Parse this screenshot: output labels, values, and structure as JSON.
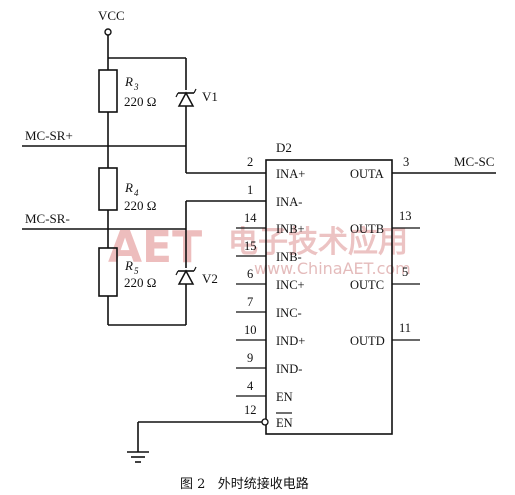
{
  "vcc_label": "VCC",
  "resistors": [
    {
      "name": "R",
      "sub": "3",
      "value": "220 Ω"
    },
    {
      "name": "R",
      "sub": "4",
      "value": "220 Ω"
    },
    {
      "name": "R",
      "sub": "5",
      "value": "220 Ω"
    }
  ],
  "diodes": {
    "v1": "V1",
    "v2": "V2"
  },
  "inputs": {
    "sr_plus": "MC-SR+",
    "sr_minus": "MC-SR-"
  },
  "output_label": "MC-SC",
  "chip_label": "D2",
  "left_pins": [
    {
      "num": "2",
      "name": "INA+"
    },
    {
      "num": "1",
      "name": "INA-"
    },
    {
      "num": "14",
      "name": "INB+"
    },
    {
      "num": "15",
      "name": "INB-"
    },
    {
      "num": "6",
      "name": "INC+"
    },
    {
      "num": "7",
      "name": "INC-"
    },
    {
      "num": "10",
      "name": "IND+"
    },
    {
      "num": "9",
      "name": "IND-"
    },
    {
      "num": "4",
      "name": "EN"
    },
    {
      "num": "12",
      "name": "EN"
    }
  ],
  "right_pins": [
    {
      "num": "3",
      "name": "OUTA"
    },
    {
      "num": "13",
      "name": "OUTB"
    },
    {
      "num": "5",
      "name": "OUTC"
    },
    {
      "num": "11",
      "name": "OUTD"
    }
  ],
  "watermark": {
    "logo": "AET",
    "cn": "电子技术应用",
    "url": "www.ChinaAET.com"
  },
  "caption": "图 2   外时统接收电路"
}
